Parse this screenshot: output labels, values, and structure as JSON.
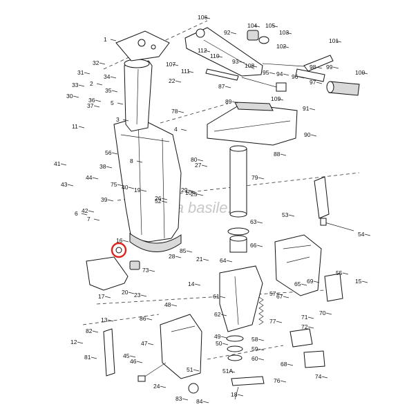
{
  "diagram": {
    "watermark": "nautica basile.it",
    "highlight_color": "#e0201b",
    "highlighted_part": "16",
    "parts": [
      "1",
      "2",
      "3",
      "4",
      "5",
      "6",
      "7",
      "8",
      "10",
      "11",
      "12",
      "13",
      "14",
      "15",
      "16",
      "17",
      "18",
      "19",
      "20",
      "21",
      "22",
      "23",
      "24",
      "25",
      "26",
      "27",
      "28",
      "29",
      "30",
      "31",
      "32",
      "33",
      "34",
      "35",
      "36",
      "37",
      "38",
      "39",
      "40",
      "41",
      "42",
      "43",
      "44",
      "45",
      "46",
      "47",
      "48",
      "49",
      "50",
      "51",
      "51A",
      "52",
      "53",
      "54",
      "55",
      "56",
      "57",
      "58",
      "59",
      "60",
      "61",
      "62",
      "63",
      "64",
      "65",
      "66",
      "67",
      "68",
      "69",
      "70",
      "71",
      "72",
      "73",
      "74",
      "75",
      "76",
      "77",
      "78",
      "79",
      "80",
      "81",
      "82",
      "83",
      "84",
      "85",
      "86",
      "87",
      "88",
      "89",
      "90",
      "91",
      "92",
      "93",
      "94",
      "95",
      "96",
      "97",
      "98",
      "99",
      "100",
      "101",
      "102",
      "103",
      "104",
      "105",
      "106",
      "107",
      "108",
      "109",
      "110",
      "111",
      "112"
    ]
  }
}
